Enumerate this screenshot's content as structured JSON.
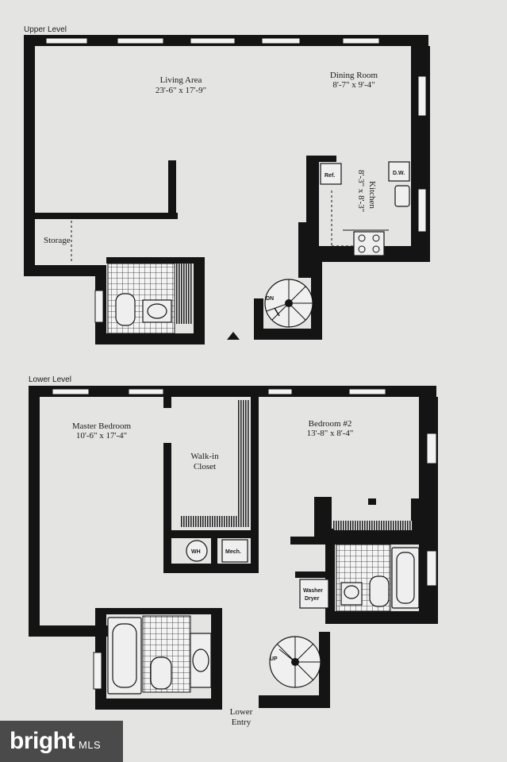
{
  "upper": {
    "title": "Upper Level",
    "living_name": "Living Area",
    "living_dims": "23'-6\" x 17'-9\"",
    "dining_name": "Dining Room",
    "dining_dims": "8'-7\" x 9'-4\"",
    "kitchen_name": "Kitchen",
    "kitchen_dims": "8'-3\" x 8'-3\"",
    "storage": "Storage",
    "ref": "Ref.",
    "dw": "D.W.",
    "stair": "DN"
  },
  "lower": {
    "title": "Lower Level",
    "master_name": "Master Bedroom",
    "master_dims": "10'-6\" x 17'-4\"",
    "closet_l1": "Walk-in",
    "closet_l2": "Closet",
    "bed2_name": "Bedroom #2",
    "bed2_dims": "13'-8\" x 8'-4\"",
    "wh": "WH",
    "mech": "Mech.",
    "washer": "Washer",
    "dryer": "Dryer",
    "stair": "UP",
    "entry_l1": "Lower",
    "entry_l2": "Entry"
  },
  "watermark": {
    "brand": "bright",
    "sub": "MLS"
  },
  "colors": {
    "wall": "#141414",
    "paper": "#e4e4e2"
  }
}
